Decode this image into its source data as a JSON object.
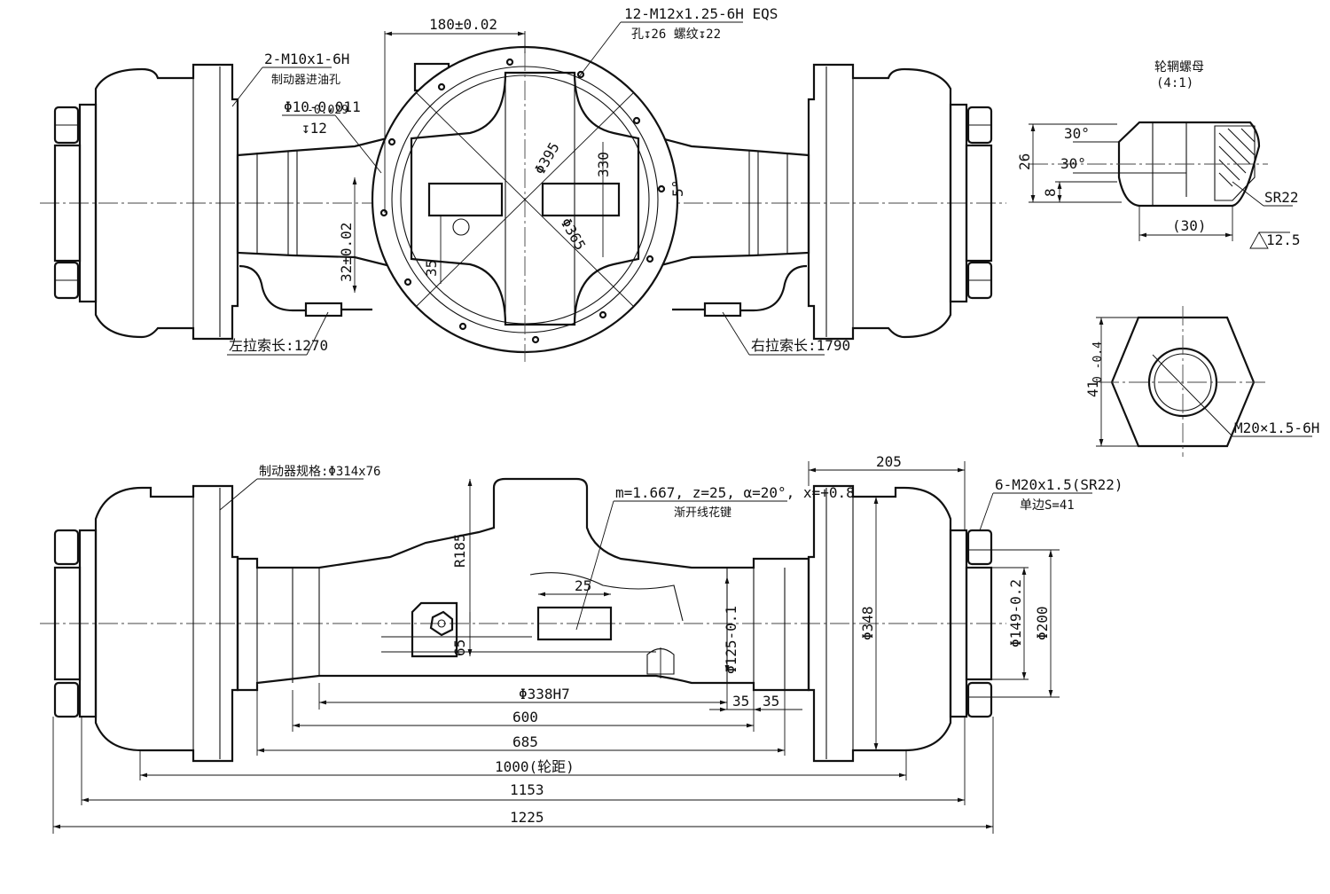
{
  "colors": {
    "line": "#111111",
    "background": "#ffffff"
  },
  "top_view": {
    "callout_flange_spacing": "180±0.02",
    "callout_bolts": "12-M12x1.25-6H EQS",
    "callout_bolts_depth": "孔↧26  螺纹↧22",
    "callout_oil_hole": "2-M10x1-6H",
    "callout_oil_hole_note": "制动器进油孔",
    "callout_pin_dia": "Φ10-0.011",
    "callout_pin_dia_tol": "-0.029",
    "callout_pin_depth": "↧12",
    "dim_395": "Φ395",
    "dim_365": "Φ365",
    "dim_330": "330",
    "dim_angle": "5°",
    "dim_32": "32±0.02",
    "dim_35": "35",
    "left_cable": "左拉索长:1270",
    "right_cable": "右拉索长:1790"
  },
  "detail_nut": {
    "title": "轮辋螺母",
    "scale": "(4:1)",
    "angle_top": "30°",
    "angle_bottom": "30°",
    "dim_26": "26",
    "dim_8": "8",
    "dim_30": "(30)",
    "radius": "SR22",
    "roughness": "12.5",
    "dim_41": "41",
    "dim_41_tol": "0 -0.4",
    "thread": "M20×1.5-6H"
  },
  "front_view": {
    "brake_spec": "制动器规格:Φ314x76",
    "spline_spec": "m=1.667, z=25, α=20°, x=+0.8",
    "spline_note": "渐开线花键",
    "dim_205": "205",
    "studs": "6-M20x1.5(SR22)",
    "studs_side": "单边S=41",
    "dim_r185": "R185",
    "dim_25": "25",
    "dim_65": "65",
    "dim_125": "Φ125-0.1",
    "dim_348": "Φ348",
    "dim_149": "Φ149-0.2",
    "dim_200": "Φ200",
    "dim_338": "Φ338H7",
    "dim_35a": "35",
    "dim_35b": "35",
    "dim_600": "600",
    "dim_685": "685",
    "dim_1000": "1000(轮距)",
    "dim_1153": "1153",
    "dim_1225": "1225"
  }
}
